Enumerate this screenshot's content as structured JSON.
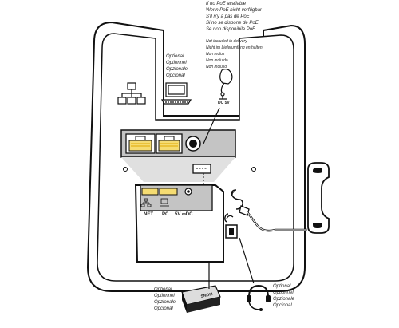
{
  "no_poe_note": {
    "lines": [
      "If no PoE available",
      "Wenn PoE nicht verfügbar",
      "S'il n'y a pas de PoE",
      "Si no se dispone de PoE",
      "Se non disponibile PoE"
    ]
  },
  "not_included_note": {
    "lines": [
      "Not included in delivery",
      "Nicht im Lieferumfang enthalten",
      "Non inclus",
      "Non incluido",
      "Non incluso"
    ]
  },
  "dc_label": "DC 5V",
  "pc_optional": {
    "lines": [
      "Optional",
      "Optionnel",
      "Opzionale",
      "Opcional"
    ]
  },
  "ehs_optional": {
    "lines": [
      "Optional",
      "Optionnel",
      "Opzionale",
      "Opcional"
    ]
  },
  "headset_optional": {
    "lines": [
      "Optional",
      "Optionnel",
      "Opzionale",
      "Opcional"
    ]
  },
  "ports": {
    "net": "NET",
    "pc": "PC",
    "dc": "5V ⎓DC"
  },
  "ehs_brand": "SNOM",
  "icons": {
    "network": "network-icon",
    "computer": "computer-icon",
    "power_adapter": "power-adapter-icon",
    "headset": "headset-icon",
    "handset": "handset-icon",
    "ehs_adapter": "ehs-adapter-icon"
  },
  "colors": {
    "port_fill": "#f5dc72",
    "port_stripe": "#f0c020",
    "panel": "#c8c8c8",
    "outline": "#111111"
  }
}
